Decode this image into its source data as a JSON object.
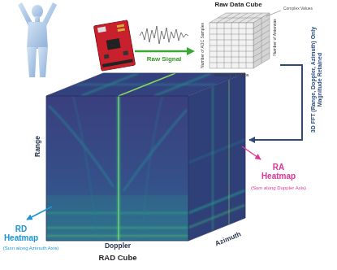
{
  "diagram": {
    "nodes": [
      {
        "text": [
          "Raw Data Cube"
        ]
      },
      {
        "text": [
          "RAD Cube"
        ]
      }
    ],
    "edges": [
      {
        "from": 0,
        "to": 1,
        "arrow": "to",
        "label": "3D FFT (Range, Doppler, Azimuth) Only Magnitude Retained"
      }
    ],
    "labels": [
      "Raw Signal",
      "Complex Values",
      "Number of ADC Samples",
      "Number of Chirps",
      "Number of Antennas",
      "Range",
      "Doppler",
      "Azimuth",
      "RA Heatmap",
      "(Sum along Doppler Axis)",
      "RD Heatmap",
      "(Sum along Azimuth Axis)"
    ]
  }
}
